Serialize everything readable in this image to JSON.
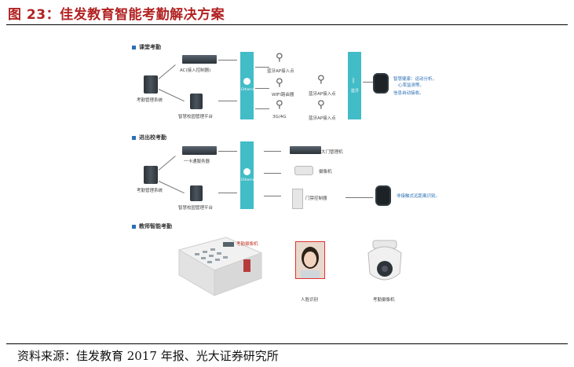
{
  "title": "图 23：佳发教育智能考勤解决方案",
  "source": "资料来源：佳发教育 2017 年报、光大证券研究所",
  "section1": {
    "heading": "课堂考勤",
    "ac": "AC(接入控制器)",
    "attendance_system": "考勤管理系统",
    "campus_platform": "智慧校园管理平台",
    "ethernet": "Ethernet",
    "bt_ap1": "蓝牙AP接入点",
    "wifi_router": "WIFI路由器",
    "bt_ap2": "蓝牙AP接入点",
    "net_3g4g": "3G/4G",
    "bt_ap3": "蓝牙AP接入点",
    "bluetooth": "蓝牙",
    "band_text1": "智慧健康：运动分析，",
    "band_text2": "心率监测等。",
    "band_text3": "信息自动接收。"
  },
  "section2": {
    "heading": "进出校考勤",
    "card_server": "一卡通服务器",
    "attendance_system": "考勤管理系统",
    "campus_platform": "智慧校园管理平台",
    "ethernet": "Ethernet",
    "gate_machine": "大门管理机",
    "camera": "摄像机",
    "access_controller": "门禁控制器",
    "contactless": "非接触式远距离识别。"
  },
  "section3": {
    "heading": "教师智能考勤",
    "class_camera": "考勤摄像机",
    "face_recognition": "人脸识别",
    "attendance_camera": "考勤摄像机"
  }
}
